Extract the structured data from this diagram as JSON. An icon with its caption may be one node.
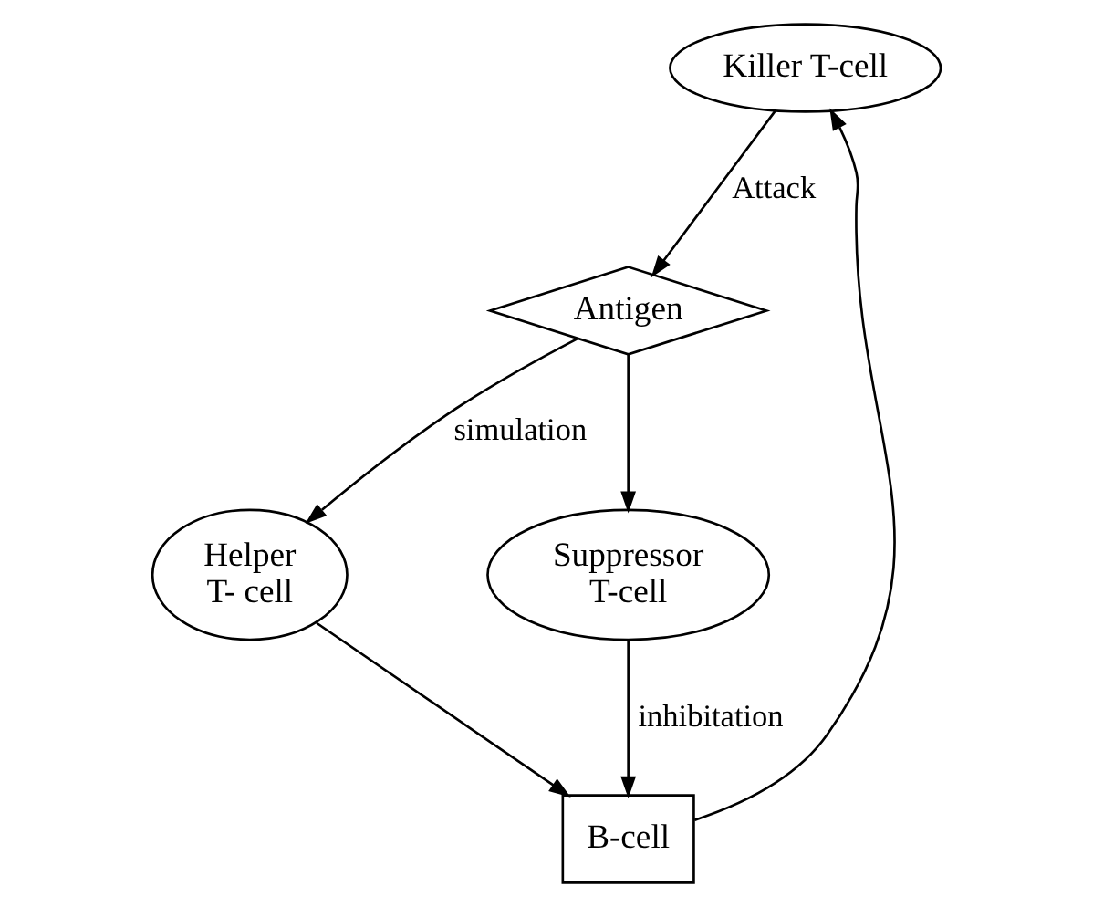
{
  "diagram": {
    "nodes": [
      {
        "text": [
          "Killer T-cell"
        ]
      },
      {
        "text": [
          "B-cell"
        ]
      },
      {
        "text": [
          "Helper T- cell"
        ]
      },
      {
        "text": [
          "Antigen"
        ]
      },
      {
        "text": [
          "Suppressor T-cell"
        ]
      }
    ],
    "edges": [
      {
        "from": 1,
        "to": 0,
        "arrow": "to"
      },
      {
        "from": 0,
        "to": 3,
        "arrow": "to",
        "label": "Attack"
      },
      {
        "from": 3,
        "to": 2,
        "arrow": "to",
        "label": "simulation"
      },
      {
        "from": 2,
        "to": 1,
        "arrow": "to"
      },
      {
        "from": 3,
        "to": 4,
        "arrow": "to"
      },
      {
        "from": 4,
        "to": 1,
        "arrow": "to",
        "label": "inhibitation"
      }
    ]
  }
}
